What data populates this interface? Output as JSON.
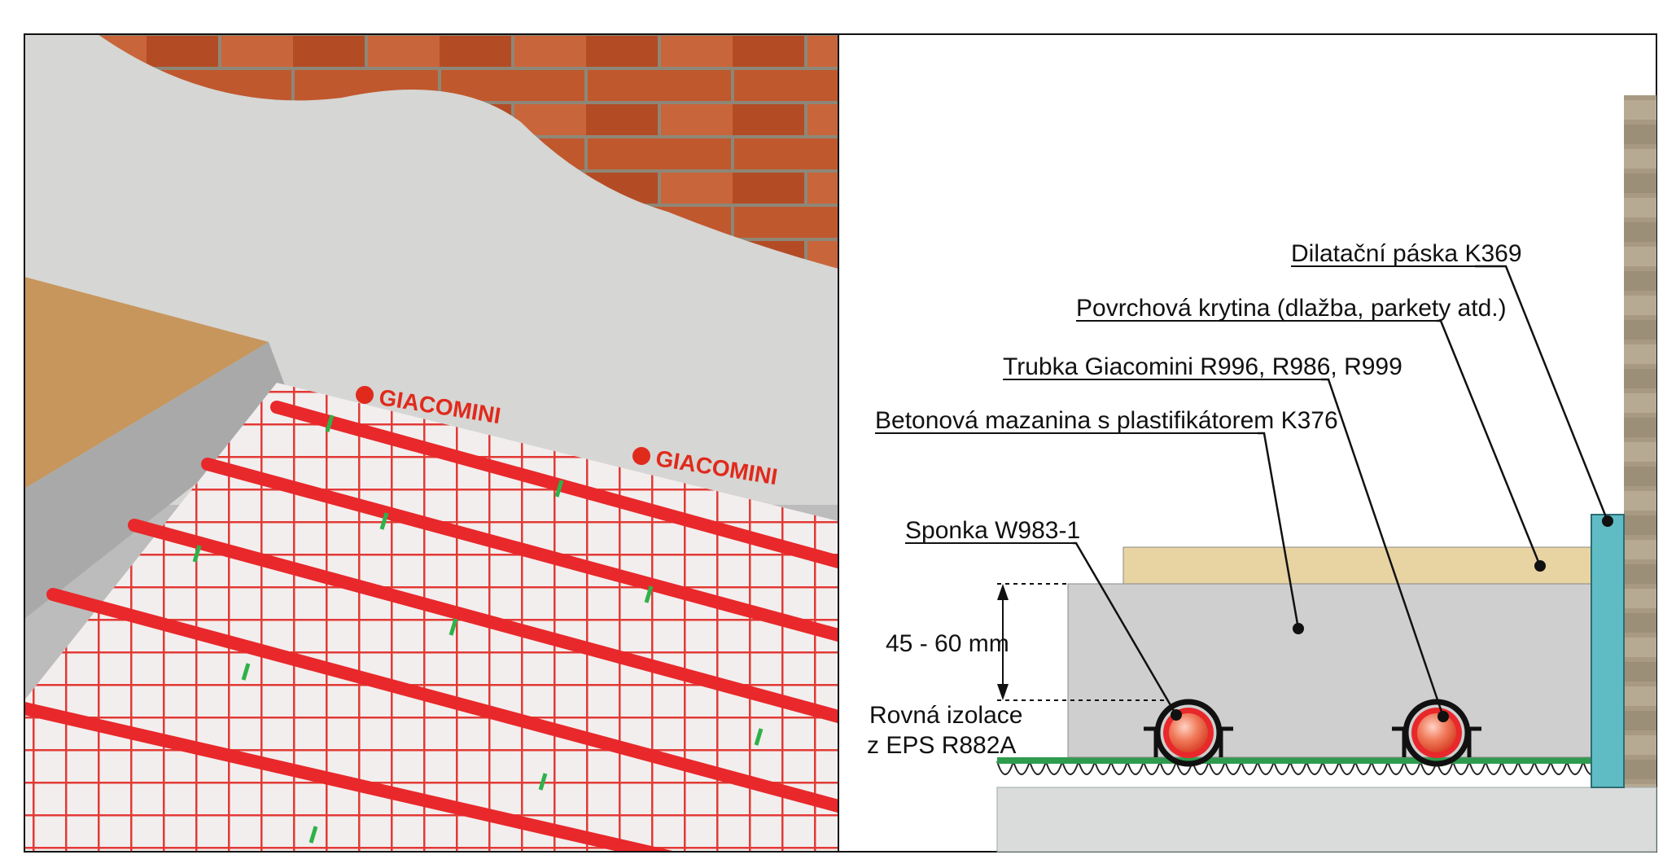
{
  "brand": {
    "logo_text": "GIACOMINI",
    "logo_color": "#e02a1c"
  },
  "labels": {
    "dilatation_tape": "Dilatační páska K369",
    "floor_covering": "Povrchová krytina (dlažba, parkety atd.)",
    "pipe": "Trubka Giacomini R996, R986, R999",
    "screed": "Betonová mazanina s plastifikátorem K376",
    "clip": "Sponka W983-1",
    "thickness": "45 - 60 mm",
    "insulation_line1": "Rovná izolace",
    "insulation_line2": "z EPS R882A"
  },
  "colors": {
    "pipe_red": "#e8282b",
    "grid_red": "#e23a36",
    "clip_green": "#2fb14a",
    "membrane_green": "#2e9c4e",
    "tape_teal": "#5fbcc4",
    "covering_tan": "#e8d4a2",
    "screed_grey": "#cfcfcf",
    "base_grey": "#d9dcdb",
    "brick": "#b8522a"
  }
}
